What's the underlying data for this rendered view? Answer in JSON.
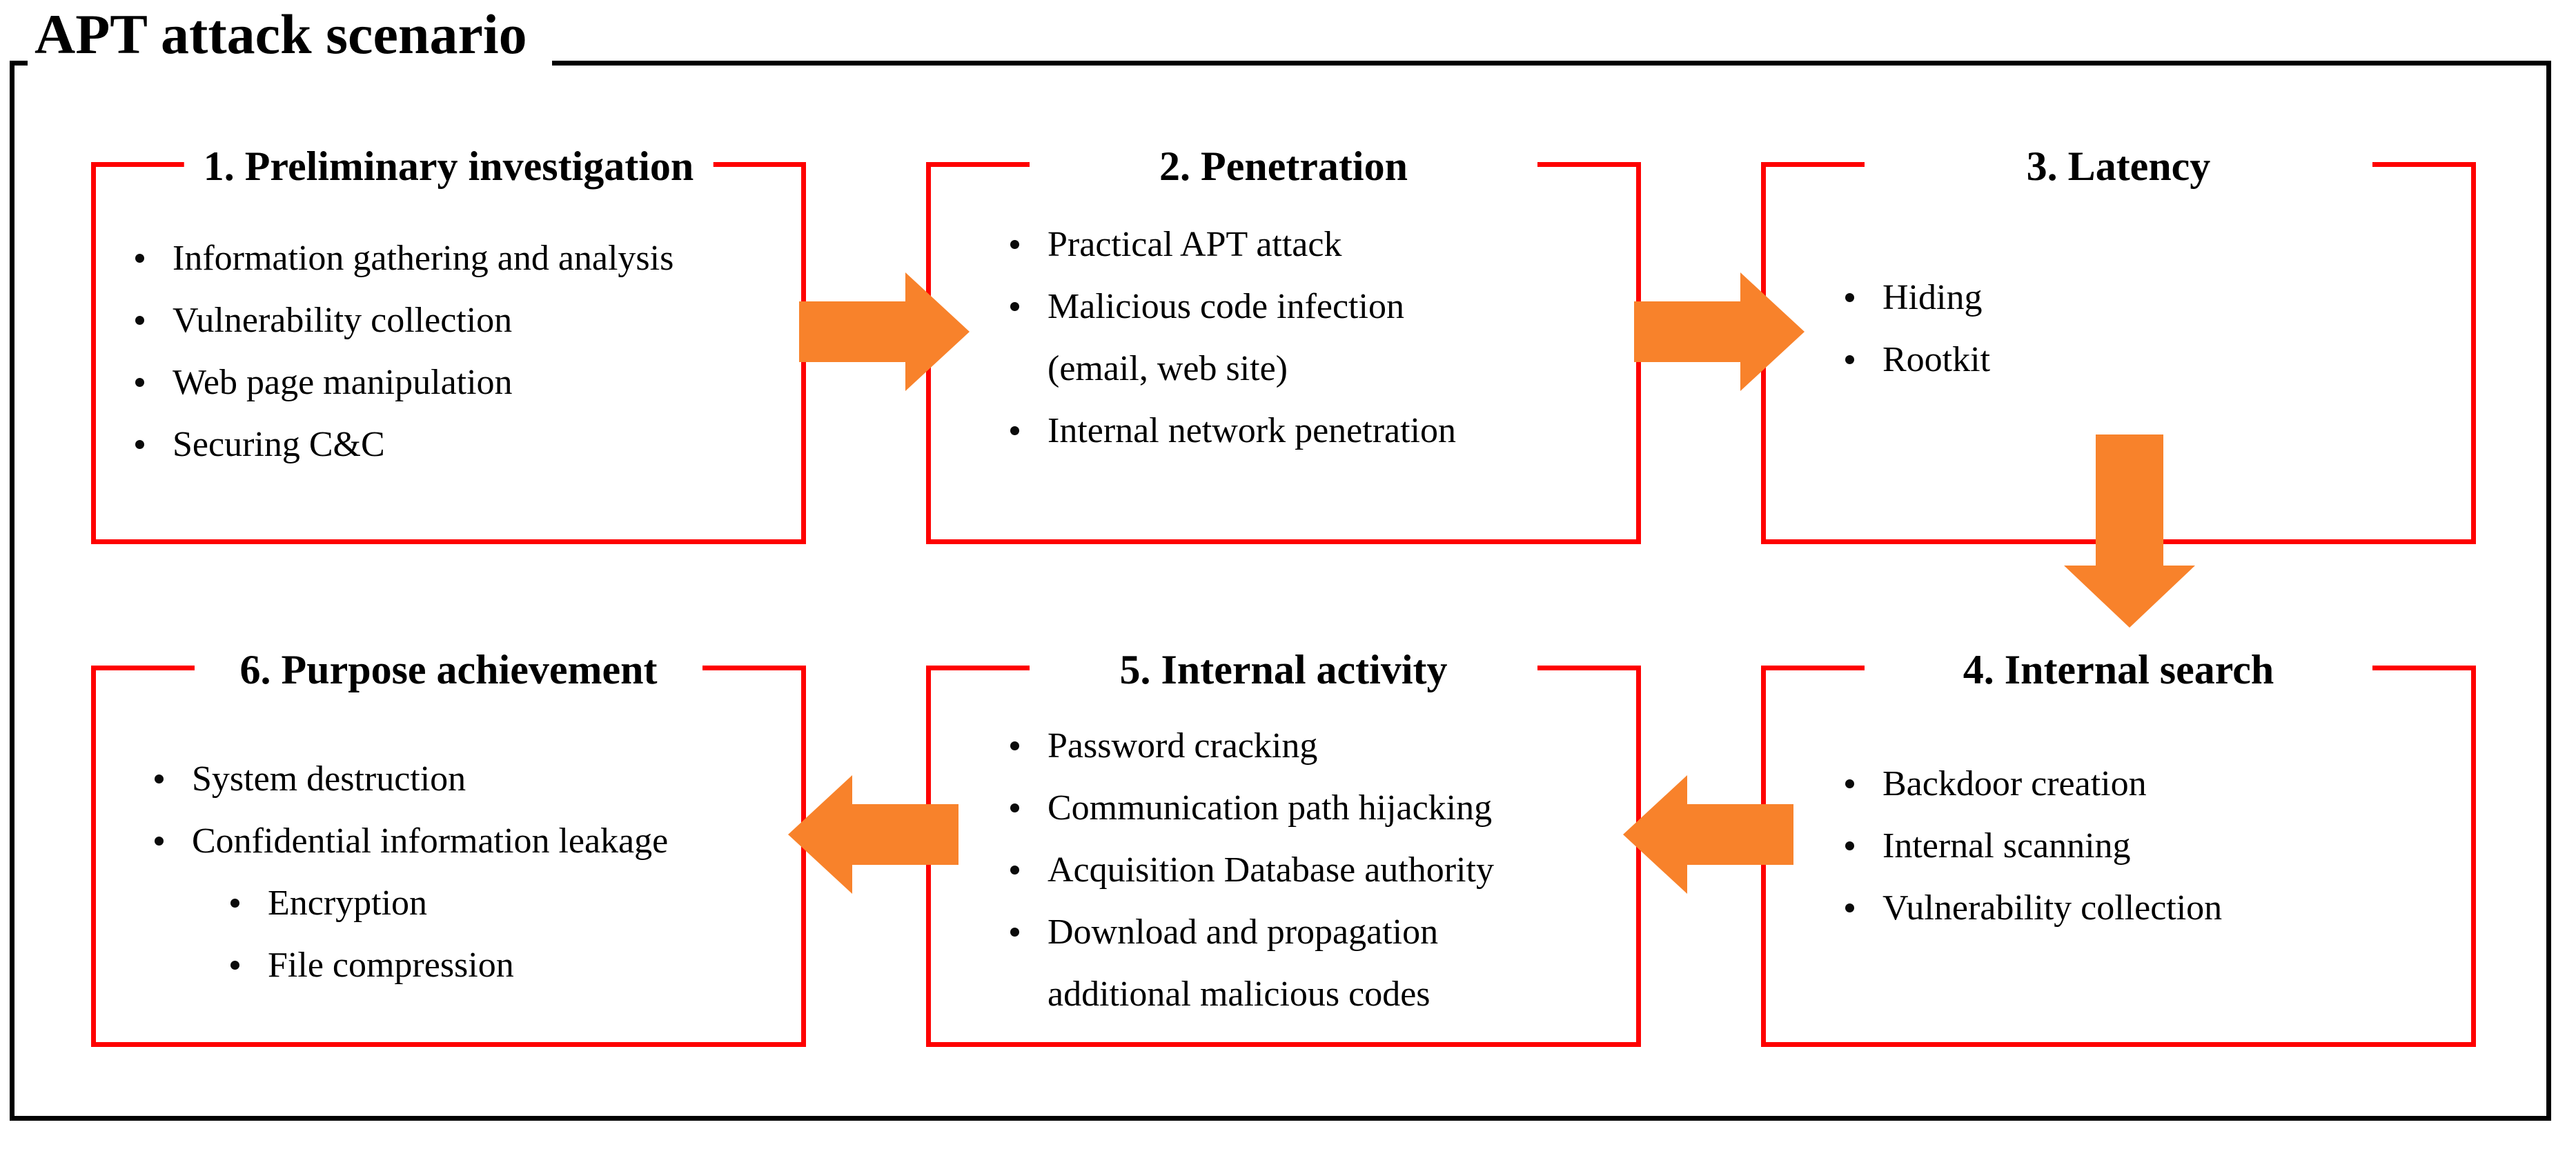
{
  "figure": {
    "title": "APT attack scenario"
  },
  "colors": {
    "frame": "#000000",
    "box_border": "#FE0000",
    "arrow_fill": "#F8822B",
    "text": "#000000",
    "background": "#FFFFFF"
  },
  "boxes": [
    {
      "id": "preliminary-investigation",
      "title": "1. Preliminary investigation",
      "items": [
        {
          "text": "Information gathering and analysis"
        },
        {
          "text": "Vulnerability collection"
        },
        {
          "text": "Web page manipulation"
        },
        {
          "text": "Securing C&C"
        }
      ]
    },
    {
      "id": "penetration",
      "title": "2. Penetration",
      "items": [
        {
          "text": "Practical APT attack"
        },
        {
          "text": "Malicious code infection"
        },
        {
          "text": "(email, web site)",
          "continuation": true
        },
        {
          "text": "Internal network penetration"
        }
      ]
    },
    {
      "id": "latency",
      "title": "3. Latency",
      "items": [
        {
          "text": "Hiding"
        },
        {
          "text": "Rootkit"
        }
      ]
    },
    {
      "id": "internal-search",
      "title": "4. Internal search",
      "items": [
        {
          "text": "Backdoor creation"
        },
        {
          "text": "Internal scanning"
        },
        {
          "text": "Vulnerability collection"
        }
      ]
    },
    {
      "id": "internal-activity",
      "title": "5. Internal activity",
      "items": [
        {
          "text": "Password cracking"
        },
        {
          "text": "Communication path hijacking"
        },
        {
          "text": "Acquisition Database authority"
        },
        {
          "text": "Download and propagation"
        },
        {
          "text": "additional malicious codes",
          "continuation": true
        }
      ]
    },
    {
      "id": "purpose-achievement",
      "title": "6. Purpose achievement",
      "items": [
        {
          "text": "System destruction"
        },
        {
          "text": "Confidential information leakage"
        },
        {
          "text": "Encryption",
          "sub": true
        },
        {
          "text": "File compression",
          "sub": true
        }
      ]
    }
  ],
  "arrows": [
    {
      "name": "arrow-box1-to-box2",
      "direction": "right"
    },
    {
      "name": "arrow-box2-to-box3",
      "direction": "right"
    },
    {
      "name": "arrow-box3-to-box4",
      "direction": "down"
    },
    {
      "name": "arrow-box4-to-box5",
      "direction": "left"
    },
    {
      "name": "arrow-box5-to-box6",
      "direction": "left"
    }
  ]
}
